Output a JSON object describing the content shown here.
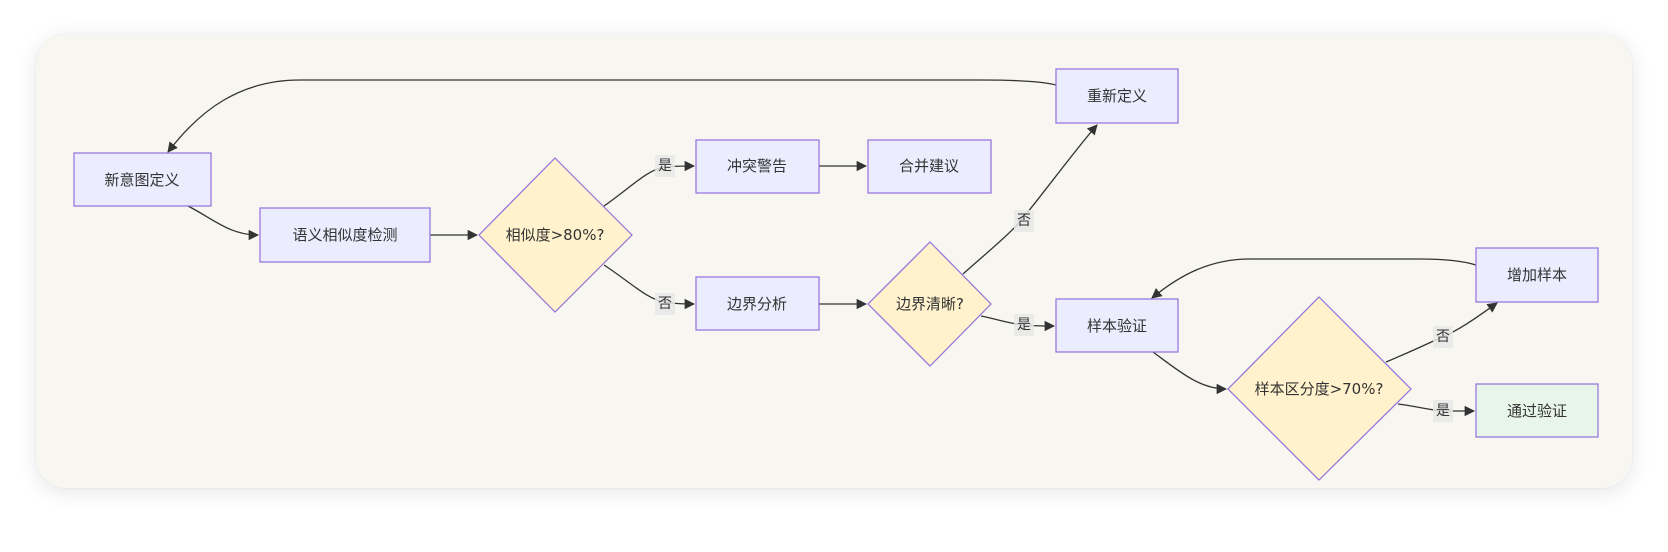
{
  "diagram": {
    "type": "flowchart",
    "colors": {
      "process_fill": "#ececff",
      "decision_fill": "#fff2cc",
      "success_fill": "#e8f5e9",
      "border": "#9370db",
      "edge": "#333333",
      "background": "#f7f6f1"
    },
    "nodes": {
      "new_intent": {
        "label": "新意图定义",
        "shape": "rect"
      },
      "semantic_check": {
        "label": "语义相似度检测",
        "shape": "rect"
      },
      "similarity_decision": {
        "label": "相似度>80%?",
        "shape": "diamond"
      },
      "conflict_warning": {
        "label": "冲突警告",
        "shape": "rect"
      },
      "merge_suggestion": {
        "label": "合并建议",
        "shape": "rect"
      },
      "boundary_analysis": {
        "label": "边界分析",
        "shape": "rect"
      },
      "boundary_decision": {
        "label": "边界清晰?",
        "shape": "diamond"
      },
      "redefine": {
        "label": "重新定义",
        "shape": "rect"
      },
      "sample_validation": {
        "label": "样本验证",
        "shape": "rect"
      },
      "distinction_decision": {
        "label": "样本区分度>70%?",
        "shape": "diamond"
      },
      "add_samples": {
        "label": "增加样本",
        "shape": "rect"
      },
      "pass_validation": {
        "label": "通过验证",
        "shape": "rect",
        "style": "success"
      }
    },
    "edges": [
      {
        "from": "new_intent",
        "to": "semantic_check",
        "label": ""
      },
      {
        "from": "semantic_check",
        "to": "similarity_decision",
        "label": ""
      },
      {
        "from": "similarity_decision",
        "to": "conflict_warning",
        "label": "是"
      },
      {
        "from": "similarity_decision",
        "to": "boundary_analysis",
        "label": "否"
      },
      {
        "from": "conflict_warning",
        "to": "merge_suggestion",
        "label": ""
      },
      {
        "from": "boundary_analysis",
        "to": "boundary_decision",
        "label": ""
      },
      {
        "from": "boundary_decision",
        "to": "redefine",
        "label": "否"
      },
      {
        "from": "boundary_decision",
        "to": "sample_validation",
        "label": "是"
      },
      {
        "from": "redefine",
        "to": "new_intent",
        "label": ""
      },
      {
        "from": "sample_validation",
        "to": "distinction_decision",
        "label": ""
      },
      {
        "from": "distinction_decision",
        "to": "add_samples",
        "label": "否"
      },
      {
        "from": "distinction_decision",
        "to": "pass_validation",
        "label": "是"
      },
      {
        "from": "add_samples",
        "to": "sample_validation",
        "label": ""
      }
    ]
  }
}
